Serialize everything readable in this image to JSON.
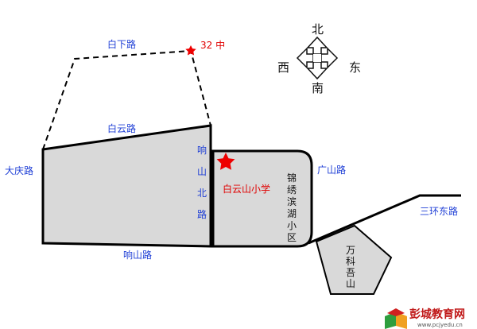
{
  "roads": {
    "baixia": "白下路",
    "baiyun": "白云路",
    "daqing": "大庆路",
    "xiangshan_bei": [
      "响",
      "山",
      "北",
      "路"
    ],
    "xiangshan": "响山路",
    "guangshan": "广山路",
    "sanhuan_dong": "三环东路"
  },
  "places": {
    "school_32": "32 中",
    "baiyunshan_school": "白云山小学",
    "jinxiu_binhu": [
      "锦",
      "绣",
      "滨",
      "湖",
      "小",
      "区"
    ],
    "wanke_wushan": [
      "万",
      "科",
      "吾",
      "山"
    ]
  },
  "compass": {
    "north": "北",
    "south": "南",
    "west": "西",
    "east": "东"
  },
  "watermark": {
    "name": "彭城教育网",
    "url": "www.pcjyedu.cn"
  },
  "colors": {
    "road_label": "#1f3fd6",
    "school_label": "#e00000",
    "block_fill": "#d9d9d9",
    "outline": "#000000",
    "star": "#ee0000"
  }
}
